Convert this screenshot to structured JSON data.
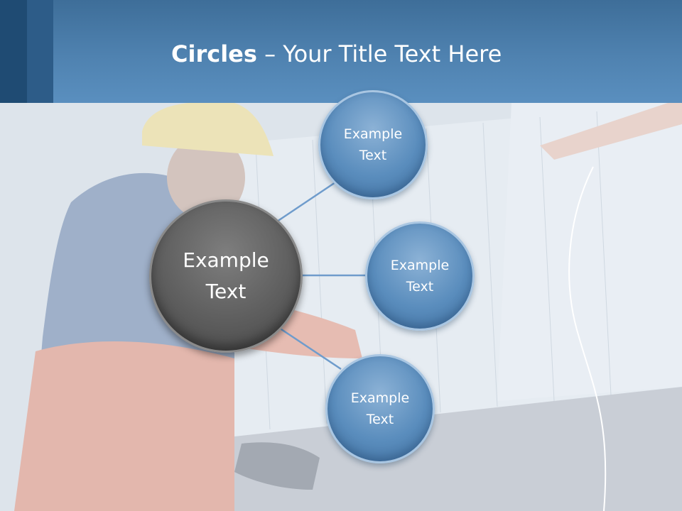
{
  "slide": {
    "title_bold": "Circles",
    "title_rest": " – Your Title Text Here"
  },
  "center_circle": {
    "label": "Example Text"
  },
  "outer_circles": [
    {
      "label": "Example Text"
    },
    {
      "label": "Example Text"
    },
    {
      "label": "Example Text"
    }
  ],
  "colors": {
    "header": "#4f82b0",
    "outer_circle": "#5a8dbd",
    "center_circle": "#5e5e5e",
    "connector": "#6f9ccc"
  }
}
